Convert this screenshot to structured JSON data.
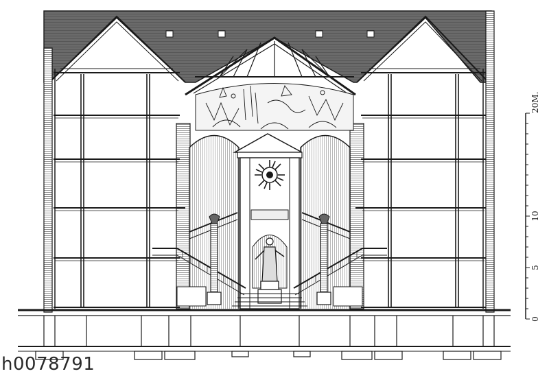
{
  "drawing": {
    "scale_unit": "M.",
    "scale_ticks": [
      "0",
      "5",
      "10",
      "20"
    ]
  },
  "catalog_id": "h0078791",
  "colors": {
    "ink": "#1a1a1a",
    "paper": "#ffffff",
    "hatch": "#6e6e6e"
  }
}
